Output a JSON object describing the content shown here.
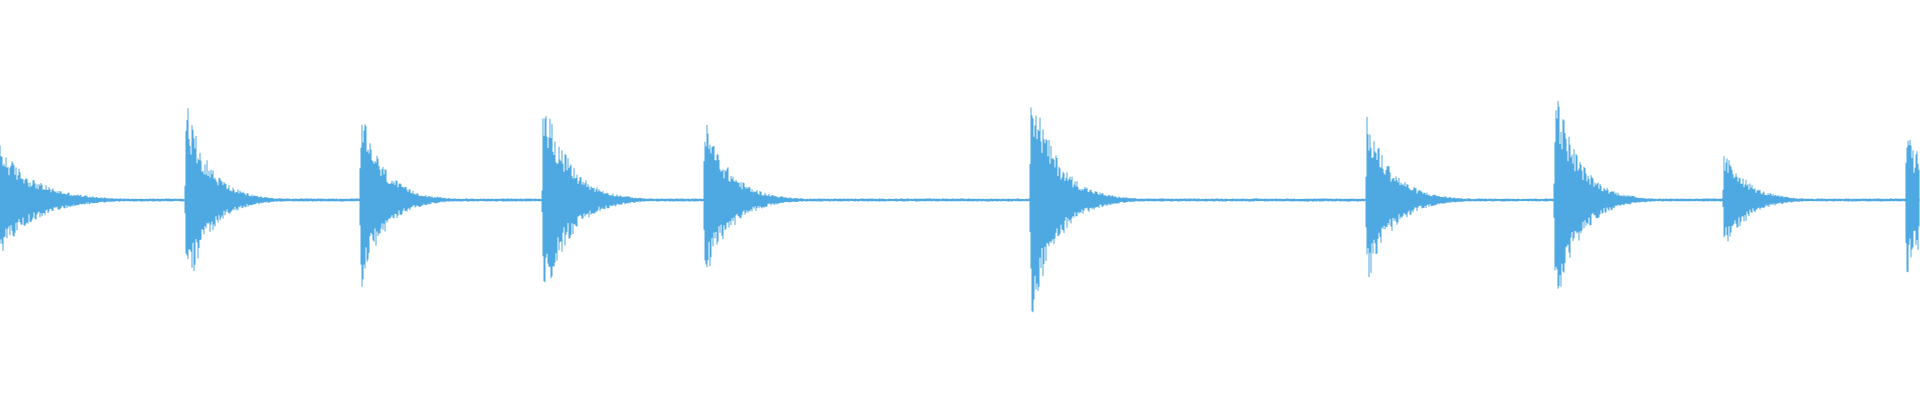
{
  "waveform": {
    "color": "#4ea9e2",
    "background": "#ffffff",
    "transients": [
      {
        "time": 0.0,
        "amplitude": 0.28,
        "decay": 0.018
      },
      {
        "time": 0.097,
        "amplitude": 0.5,
        "decay": 0.012
      },
      {
        "time": 0.188,
        "amplitude": 0.46,
        "decay": 0.012
      },
      {
        "time": 0.283,
        "amplitude": 0.56,
        "decay": 0.013
      },
      {
        "time": 0.367,
        "amplitude": 0.42,
        "decay": 0.013
      },
      {
        "time": 0.537,
        "amplitude": 0.62,
        "decay": 0.013
      },
      {
        "time": 0.712,
        "amplitude": 0.43,
        "decay": 0.013
      },
      {
        "time": 0.81,
        "amplitude": 0.6,
        "decay": 0.012
      },
      {
        "time": 0.898,
        "amplitude": 0.25,
        "decay": 0.012
      },
      {
        "time": 0.904,
        "amplitude": 0.18,
        "decay": 0.01
      },
      {
        "time": 0.993,
        "amplitude": 0.45,
        "decay": 0.006
      },
      {
        "time": 0.998,
        "amplitude": 0.3,
        "decay": 0.006
      }
    ],
    "noise_floor": 0.008
  }
}
